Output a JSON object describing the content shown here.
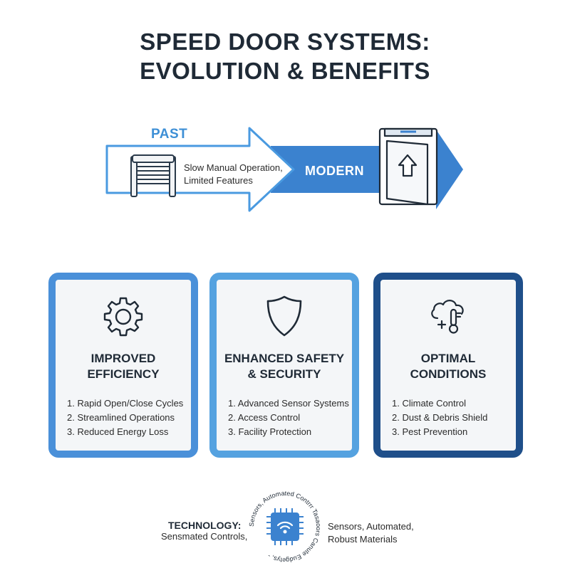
{
  "title": {
    "line1": "SPEED DOOR SYSTEMS:",
    "line2": "EVOLUTION & BENEFITS"
  },
  "evolution": {
    "past_label": "PAST",
    "past_desc_line1": "Slow Manual Operation,",
    "past_desc_line2": "Limited Features",
    "modern_label": "MODERN",
    "colors": {
      "past": "#4a9ae0",
      "modern": "#3b82cf"
    }
  },
  "cards": [
    {
      "icon": "gear-icon",
      "title_line1": "IMPROVED",
      "title_line2": "EFFICIENCY",
      "items": [
        "1. Rapid Open/Close Cycles",
        "2. Streamlined Operations",
        "3. Reduced Energy Loss"
      ],
      "border_color": "#4a90d9"
    },
    {
      "icon": "shield-icon",
      "title_line1": "ENHANCED SAFETY",
      "title_line2": "& SECURITY",
      "items": [
        "1. Advanced Sensor Systems",
        "2. Access Control",
        "3. Facility Protection"
      ],
      "border_color": "#55a2e0"
    },
    {
      "icon": "cloud-thermometer-icon",
      "title_line1": "OPTIMAL",
      "title_line2": "CONDITIONS",
      "items": [
        "1. Climate Control",
        "2. Dust & Debris Shield",
        "3. Pest Prevention"
      ],
      "border_color": "#1f4f8a"
    }
  ],
  "technology": {
    "label": "TECHNOLOGY:",
    "left_text": "Sensmated Controls,",
    "right_line1": "Sensors, Automated,",
    "right_line2": "Robust Materials",
    "badge_ring_text": "Sensors, Automated Contrrr Tasaoors Canute Eudgetys, -",
    "badge_icon": "chip-icon"
  }
}
